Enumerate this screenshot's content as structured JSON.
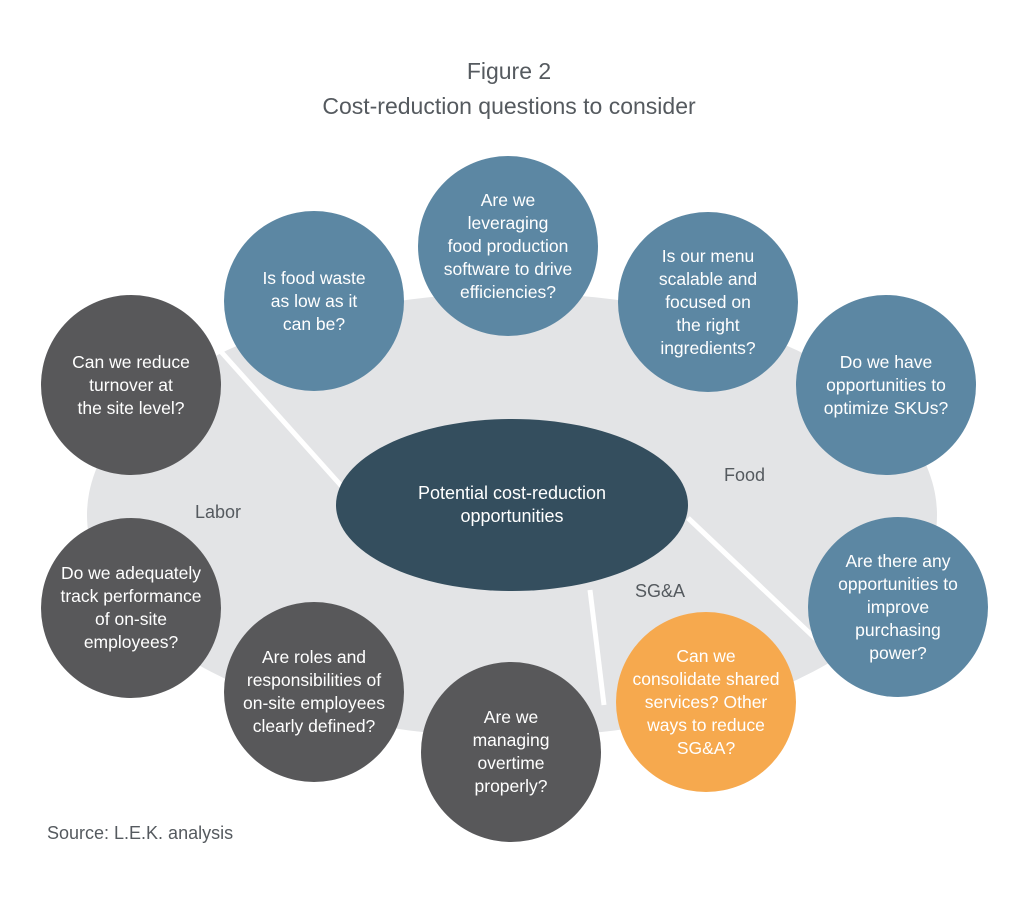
{
  "figure": {
    "number": "Figure 2",
    "title": "Cost-reduction questions to consider"
  },
  "center": {
    "label": "Potential cost-reduction\nopportunities"
  },
  "sectors": {
    "labor": "Labor",
    "food": "Food",
    "sga": "SG&A"
  },
  "questions": {
    "food_waste": "Is food waste\nas low as it\ncan be?",
    "food_software": "Are we\nleveraging\nfood production\nsoftware to drive\nefficiencies?",
    "menu_scalable": "Is our menu\nscalable and\nfocused on\nthe right\ningredients?",
    "optimize_skus": "Do we have\nopportunities to\noptimize SKUs?",
    "purchasing_power": "Are there any\nopportunities to\nimprove\npurchasing\npower?",
    "shared_services": "Can we\nconsolidate shared\nservices? Other\nways to reduce\nSG&A?",
    "overtime": "Are we\nmanaging\novertime\nproperly?",
    "roles": "Are roles and\nresponsibilities of\non-site employees\nclearly defined?",
    "track_performance": "Do we adequately\ntrack performance\nof on-site\nemployees?",
    "turnover": "Can we reduce\nturnover at\nthe site level?"
  },
  "source": "Source: L.E.K. analysis",
  "colors": {
    "food": "#5c87a3",
    "labor": "#58585a",
    "sga": "#f6a94e",
    "center": "#344e5e",
    "background_ellipse": "#e3e4e6",
    "text": "#555a5f"
  }
}
